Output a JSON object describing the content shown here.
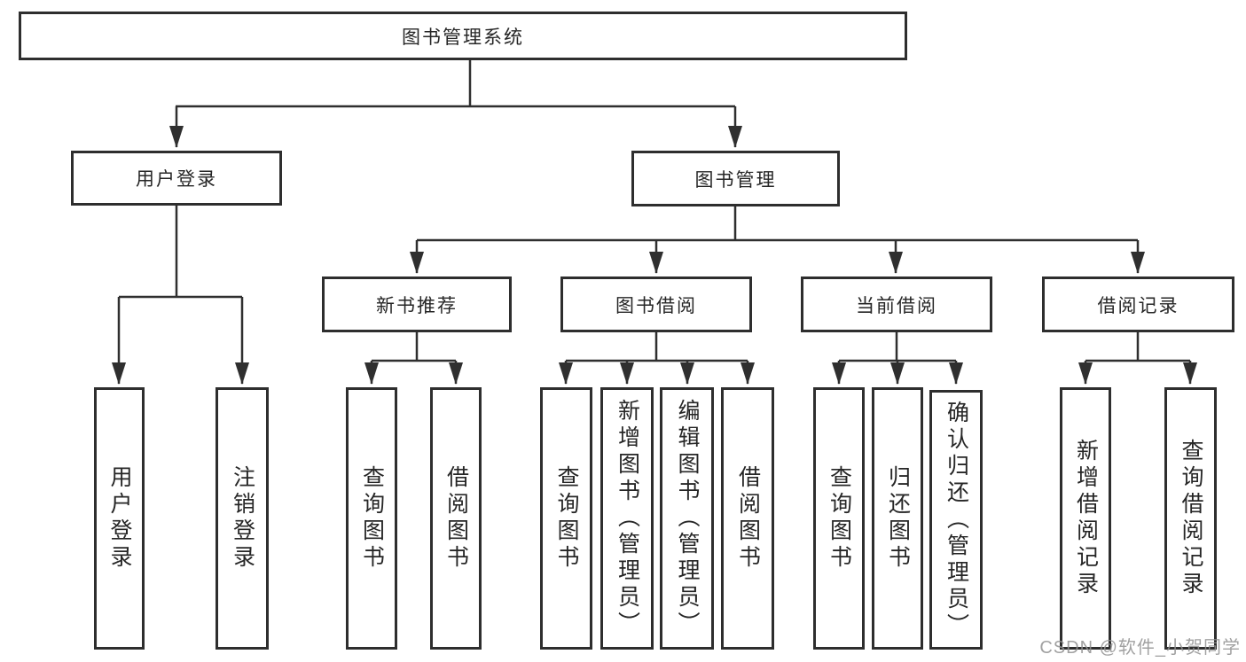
{
  "colors": {
    "line": "#2f2f2f",
    "box_border": "#2e2e2e",
    "box_fill": "#ffffff",
    "text": "#262626",
    "watermark": "#919191"
  },
  "watermark": {
    "text": "CSDN @软件_小贺同学"
  },
  "tree": {
    "label": "图书管理系统",
    "children": [
      {
        "label": "用户登录",
        "children": [
          {
            "label": "用户登录"
          },
          {
            "label": "注销登录"
          }
        ]
      },
      {
        "label": "图书管理",
        "children": [
          {
            "label": "新书推荐",
            "children": [
              {
                "label": "查询图书"
              },
              {
                "label": "借阅图书"
              }
            ]
          },
          {
            "label": "图书借阅",
            "children": [
              {
                "label": "查询图书"
              },
              {
                "label": "新增图书（管理员）"
              },
              {
                "label": "编辑图书（管理员）"
              },
              {
                "label": "借阅图书"
              }
            ]
          },
          {
            "label": "当前借阅",
            "children": [
              {
                "label": "查询图书"
              },
              {
                "label": "归还图书"
              },
              {
                "label": "确认归还（管理员）"
              }
            ]
          },
          {
            "label": "借阅记录",
            "children": [
              {
                "label": "新增借阅记录"
              },
              {
                "label": "查询借阅记录"
              }
            ]
          }
        ]
      }
    ]
  }
}
